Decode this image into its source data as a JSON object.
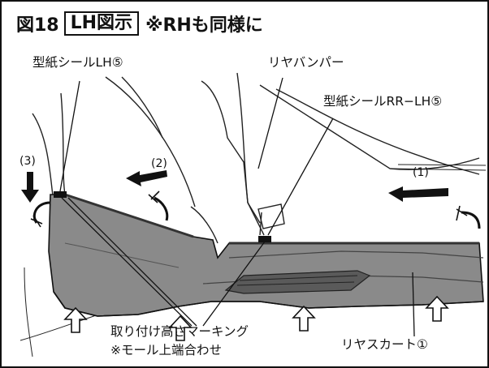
{
  "title": {
    "figure_number": "図18",
    "boxed_label": "LH図示",
    "note": "※RHも同様に"
  },
  "labels": {
    "pattern_seal_lh": "型紙シールLH⑤",
    "rear_bumper": "リヤバンパー",
    "pattern_seal_rr_lh": "型紙シールRR−LH⑤",
    "rear_skirt": "リヤスカート①",
    "mounting_height_marking": "取り付け高さマーキング",
    "molding_top_align": "※モール上端合わせ"
  },
  "steps": {
    "step1": "(1)",
    "step2": "(2)",
    "step3": "(3)"
  },
  "colors": {
    "skirt_fill": "#8a8a8a",
    "skirt_dark": "#5a5a5a",
    "line": "#111111"
  }
}
